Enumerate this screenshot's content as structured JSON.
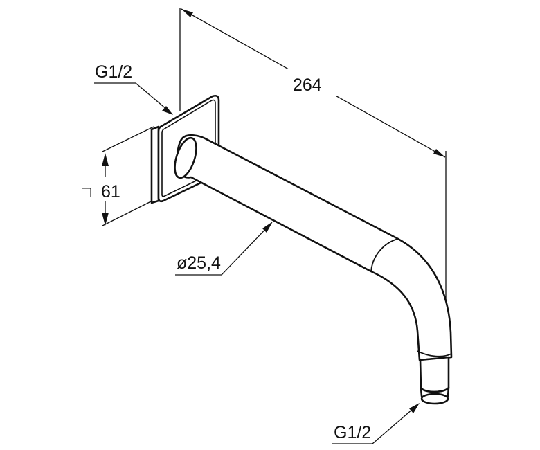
{
  "dimensions": {
    "length_label": "264",
    "thread_top_label": "G1/2",
    "flange_size_label": "61",
    "flange_square_symbol": "□",
    "tube_diameter_label": "ø25,4",
    "thread_bottom_label": "G1/2"
  },
  "colors": {
    "line": "#111111",
    "fill": "#ffffff"
  }
}
